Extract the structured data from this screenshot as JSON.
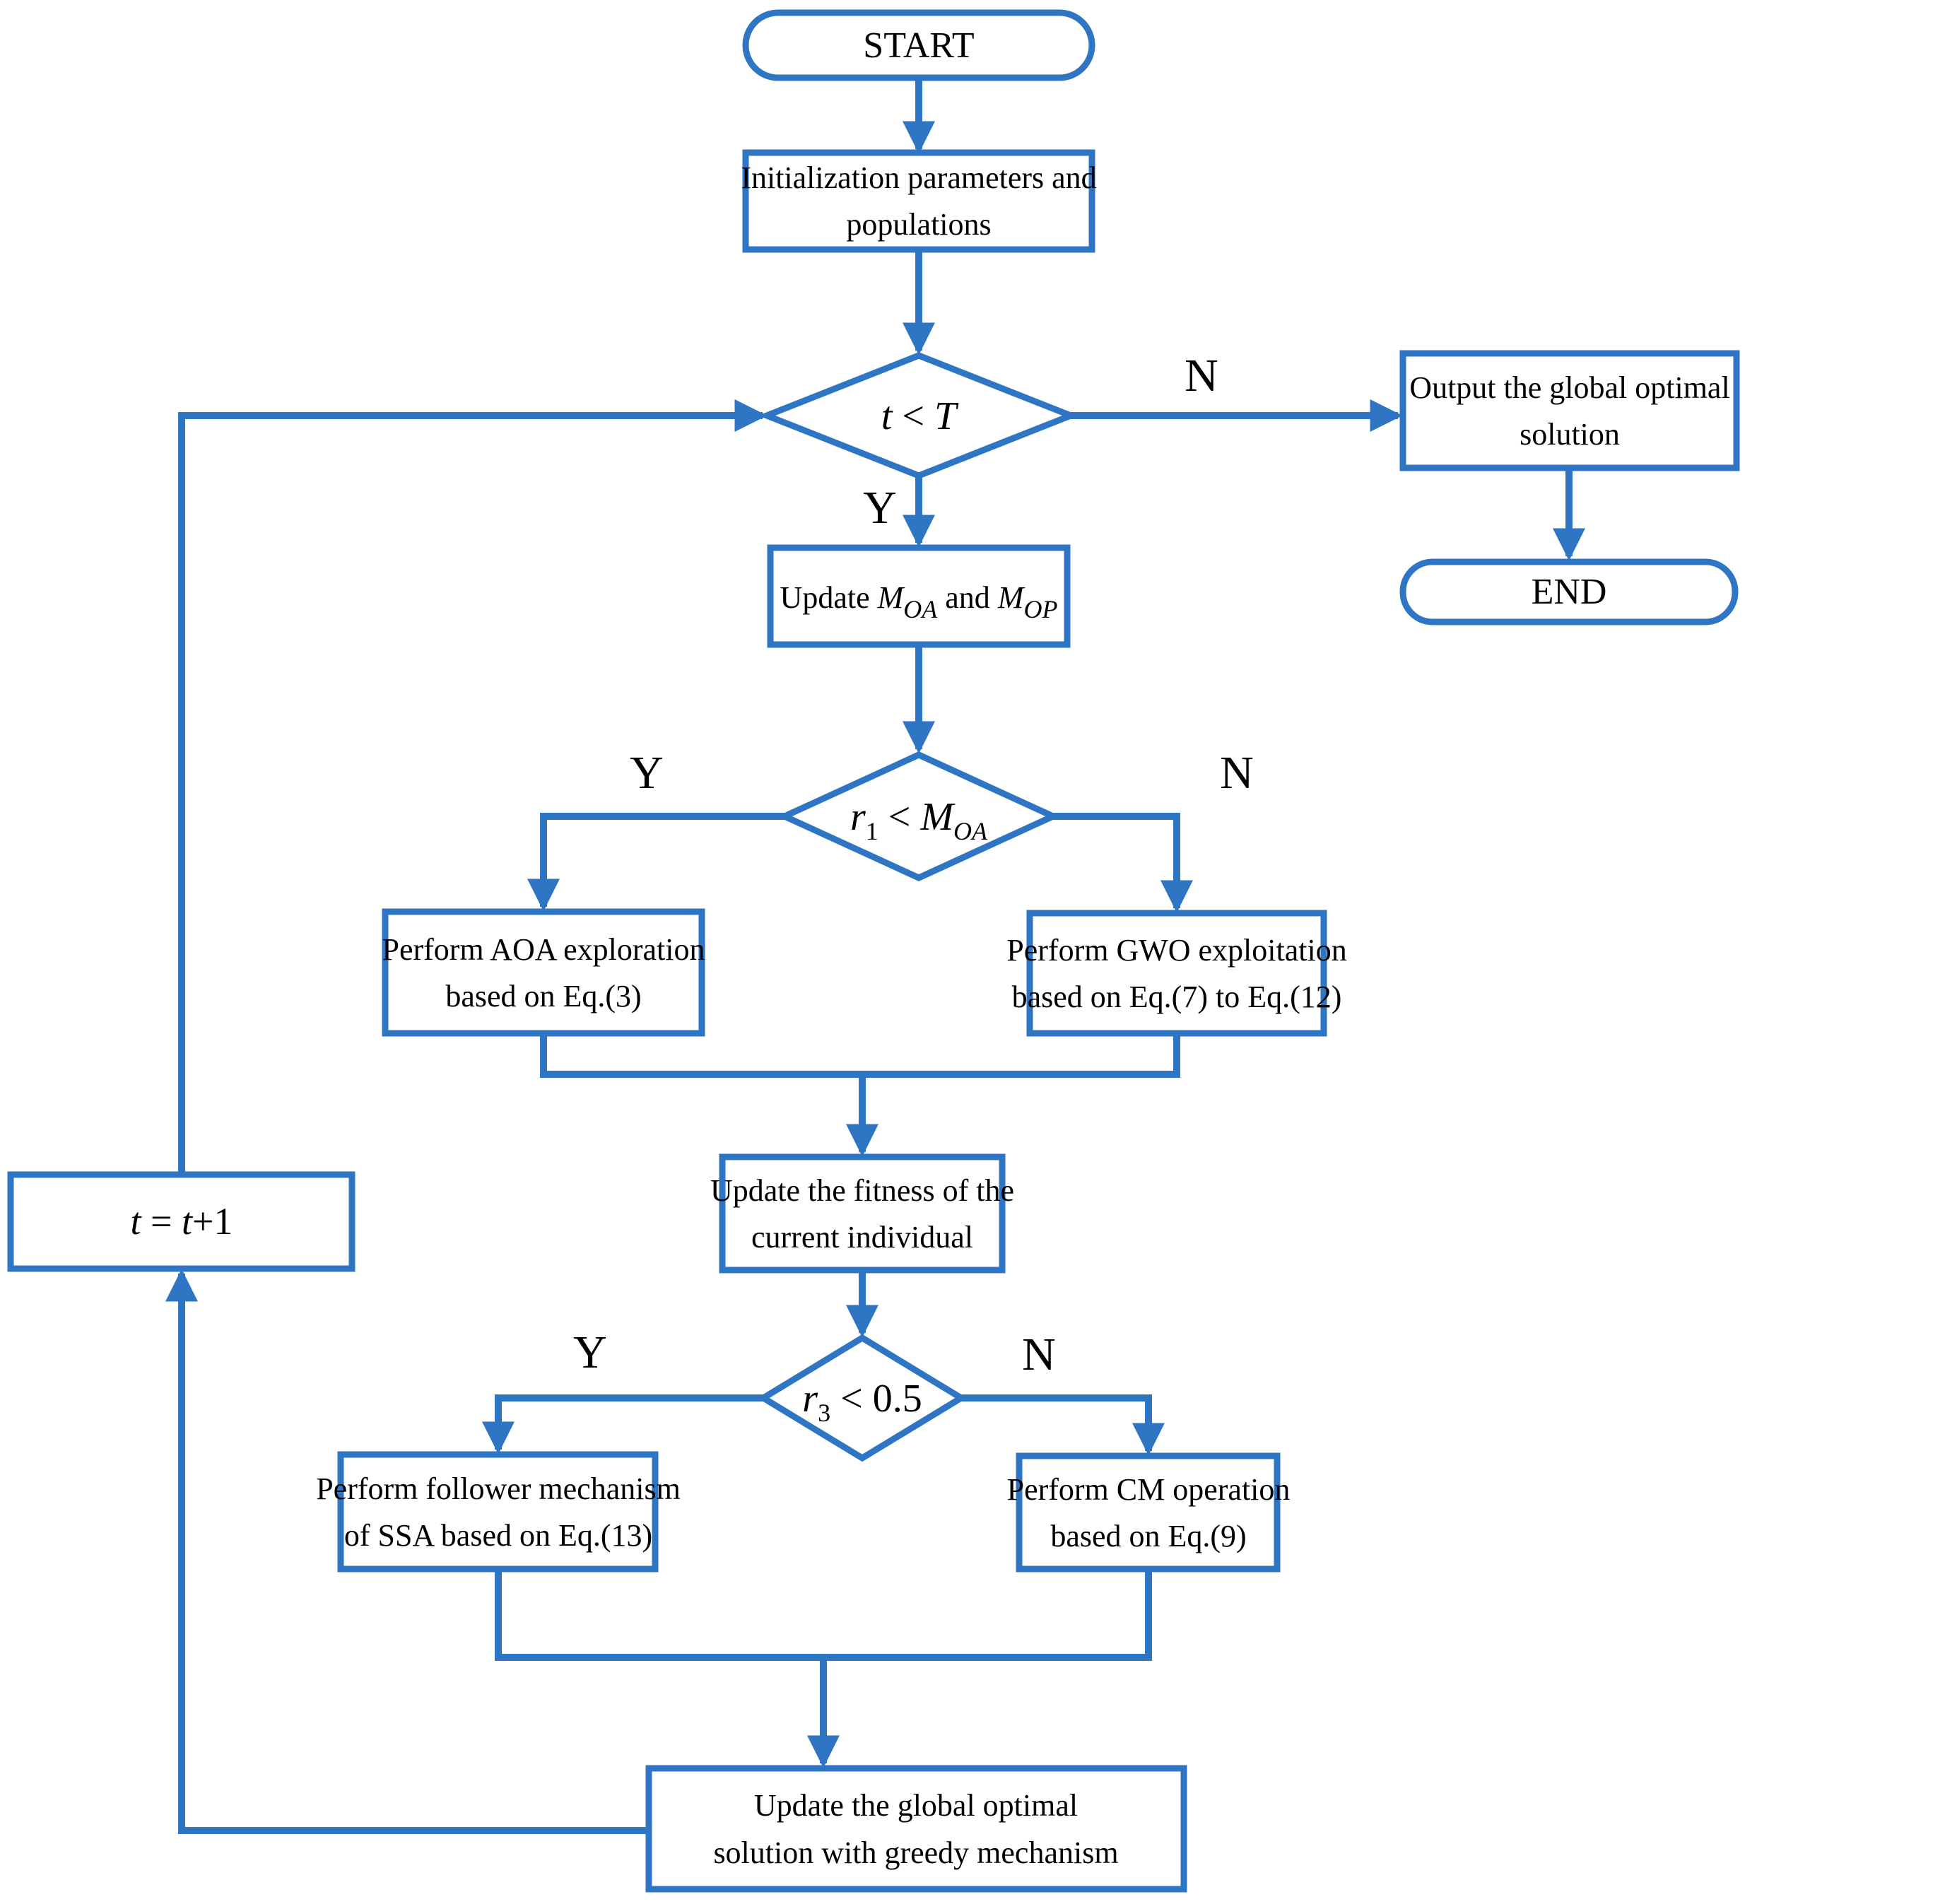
{
  "diagram": {
    "colors": {
      "accent": "#2E75C3",
      "ink": "#000000",
      "background": "#FFFFFF"
    },
    "nodes": {
      "start": {
        "type": "terminator",
        "label": "START"
      },
      "init": {
        "type": "process",
        "lines": [
          "Initialization parameters and",
          "populations"
        ]
      },
      "cond_t": {
        "type": "decision",
        "parts": {
          "lhs": "t",
          "op": " < ",
          "rhs": "T"
        }
      },
      "output": {
        "type": "process",
        "lines": [
          "Output the global optimal",
          "solution"
        ]
      },
      "end": {
        "type": "terminator",
        "label": "END"
      },
      "update_m": {
        "type": "process",
        "parts": {
          "prefix": "Update ",
          "m1": "M",
          "m1_sub": "OA",
          "mid": " and ",
          "m2": "M",
          "m2_sub": "OP"
        }
      },
      "cond_r1": {
        "type": "decision",
        "parts": {
          "lhs": "r",
          "lhs_sub": "1",
          "op": " < ",
          "rhs": "M",
          "rhs_sub": "OA"
        }
      },
      "aoa": {
        "type": "process",
        "lines": [
          "Perform AOA exploration",
          "based on Eq.(3)"
        ]
      },
      "gwo": {
        "type": "process",
        "lines": [
          "Perform GWO exploitation",
          "based on Eq.(7) to Eq.(12)"
        ]
      },
      "fitness": {
        "type": "process",
        "lines": [
          "Update the fitness of the",
          "current individual"
        ]
      },
      "cond_r3": {
        "type": "decision",
        "parts": {
          "lhs": "r",
          "lhs_sub": "3",
          "op": " < ",
          "rhs": "0.5"
        }
      },
      "ssa": {
        "type": "process",
        "lines": [
          "Perform follower mechanism",
          "of SSA based on Eq.(13)"
        ]
      },
      "cm": {
        "type": "process",
        "lines": [
          "Perform CM operation",
          "based on Eq.(9)"
        ]
      },
      "greedy": {
        "type": "process",
        "lines": [
          "Update the global optimal",
          "solution with greedy mechanism"
        ]
      },
      "t_inc": {
        "type": "process",
        "parts": {
          "lhs": "t",
          "eq": " = ",
          "rhs": "t",
          "inc": "+1"
        }
      }
    },
    "branch_labels": {
      "t_no": "N",
      "t_yes": "Y",
      "r1_yes": "Y",
      "r1_no": "N",
      "r3_yes": "Y",
      "r3_no": "N"
    }
  }
}
